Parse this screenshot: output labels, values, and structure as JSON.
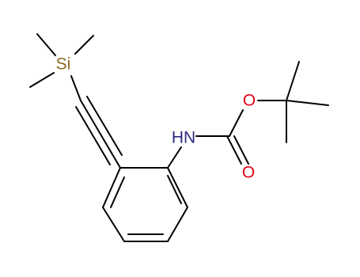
{
  "molecule": {
    "colors": {
      "bond": "#000000",
      "silicon": "#8a6a1c",
      "nitrogen": "#2e2a82",
      "oxygen": "#e0001c",
      "background": "#ffffff"
    },
    "atoms": {
      "si": {
        "label": "Si",
        "element": "silicon"
      },
      "nh": {
        "label": "HN",
        "element": "nitrogen"
      },
      "o_ester": {
        "label": "O",
        "element": "oxygen"
      },
      "o_carbonyl": {
        "label": "O",
        "element": "oxygen"
      }
    }
  }
}
